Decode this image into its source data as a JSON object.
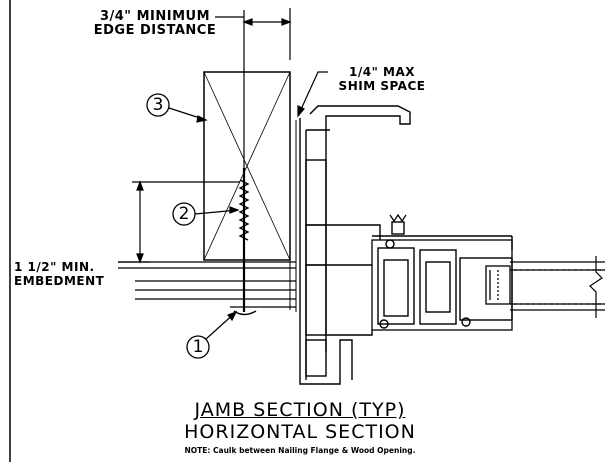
{
  "labels": {
    "edge_distance_line1": "3/4\" MINIMUM",
    "edge_distance_line2": "EDGE DISTANCE",
    "shim_line1": "1/4\" MAX",
    "shim_line2": "SHIM SPACE",
    "embedment_line1": "1 1/2\" MIN.",
    "embedment_line2": "EMBEDMENT"
  },
  "callouts": [
    "1",
    "2",
    "3"
  ],
  "title": {
    "main": "JAMB SECTION (TYP)",
    "sub": "HORIZONTAL SECTION"
  },
  "note": "NOTE: Caulk between Nailing Flange & Wood Opening.",
  "colors": {
    "line": "#000000",
    "background": "#ffffff"
  }
}
